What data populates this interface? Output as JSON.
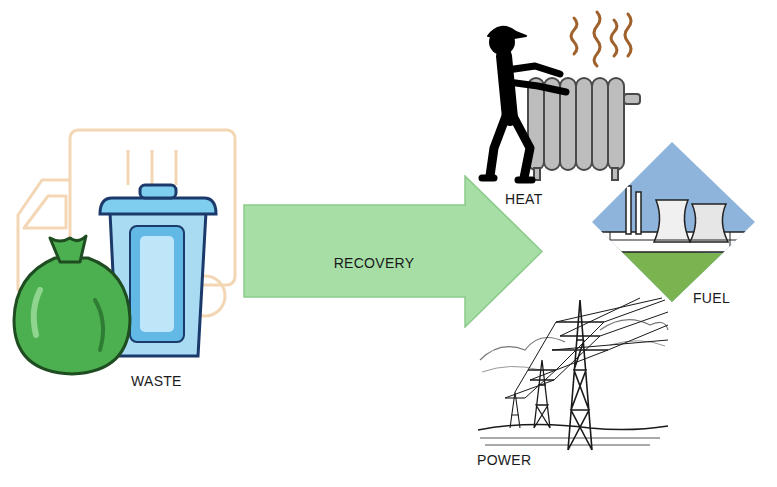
{
  "diagram": {
    "nodes": [
      {
        "text": [
          "WASTE"
        ]
      },
      {
        "text": [
          "RECOVERY"
        ]
      },
      {
        "text": [
          "HEAT"
        ]
      },
      {
        "text": [
          "FUEL"
        ]
      },
      {
        "text": [
          "POWER"
        ]
      }
    ]
  }
}
